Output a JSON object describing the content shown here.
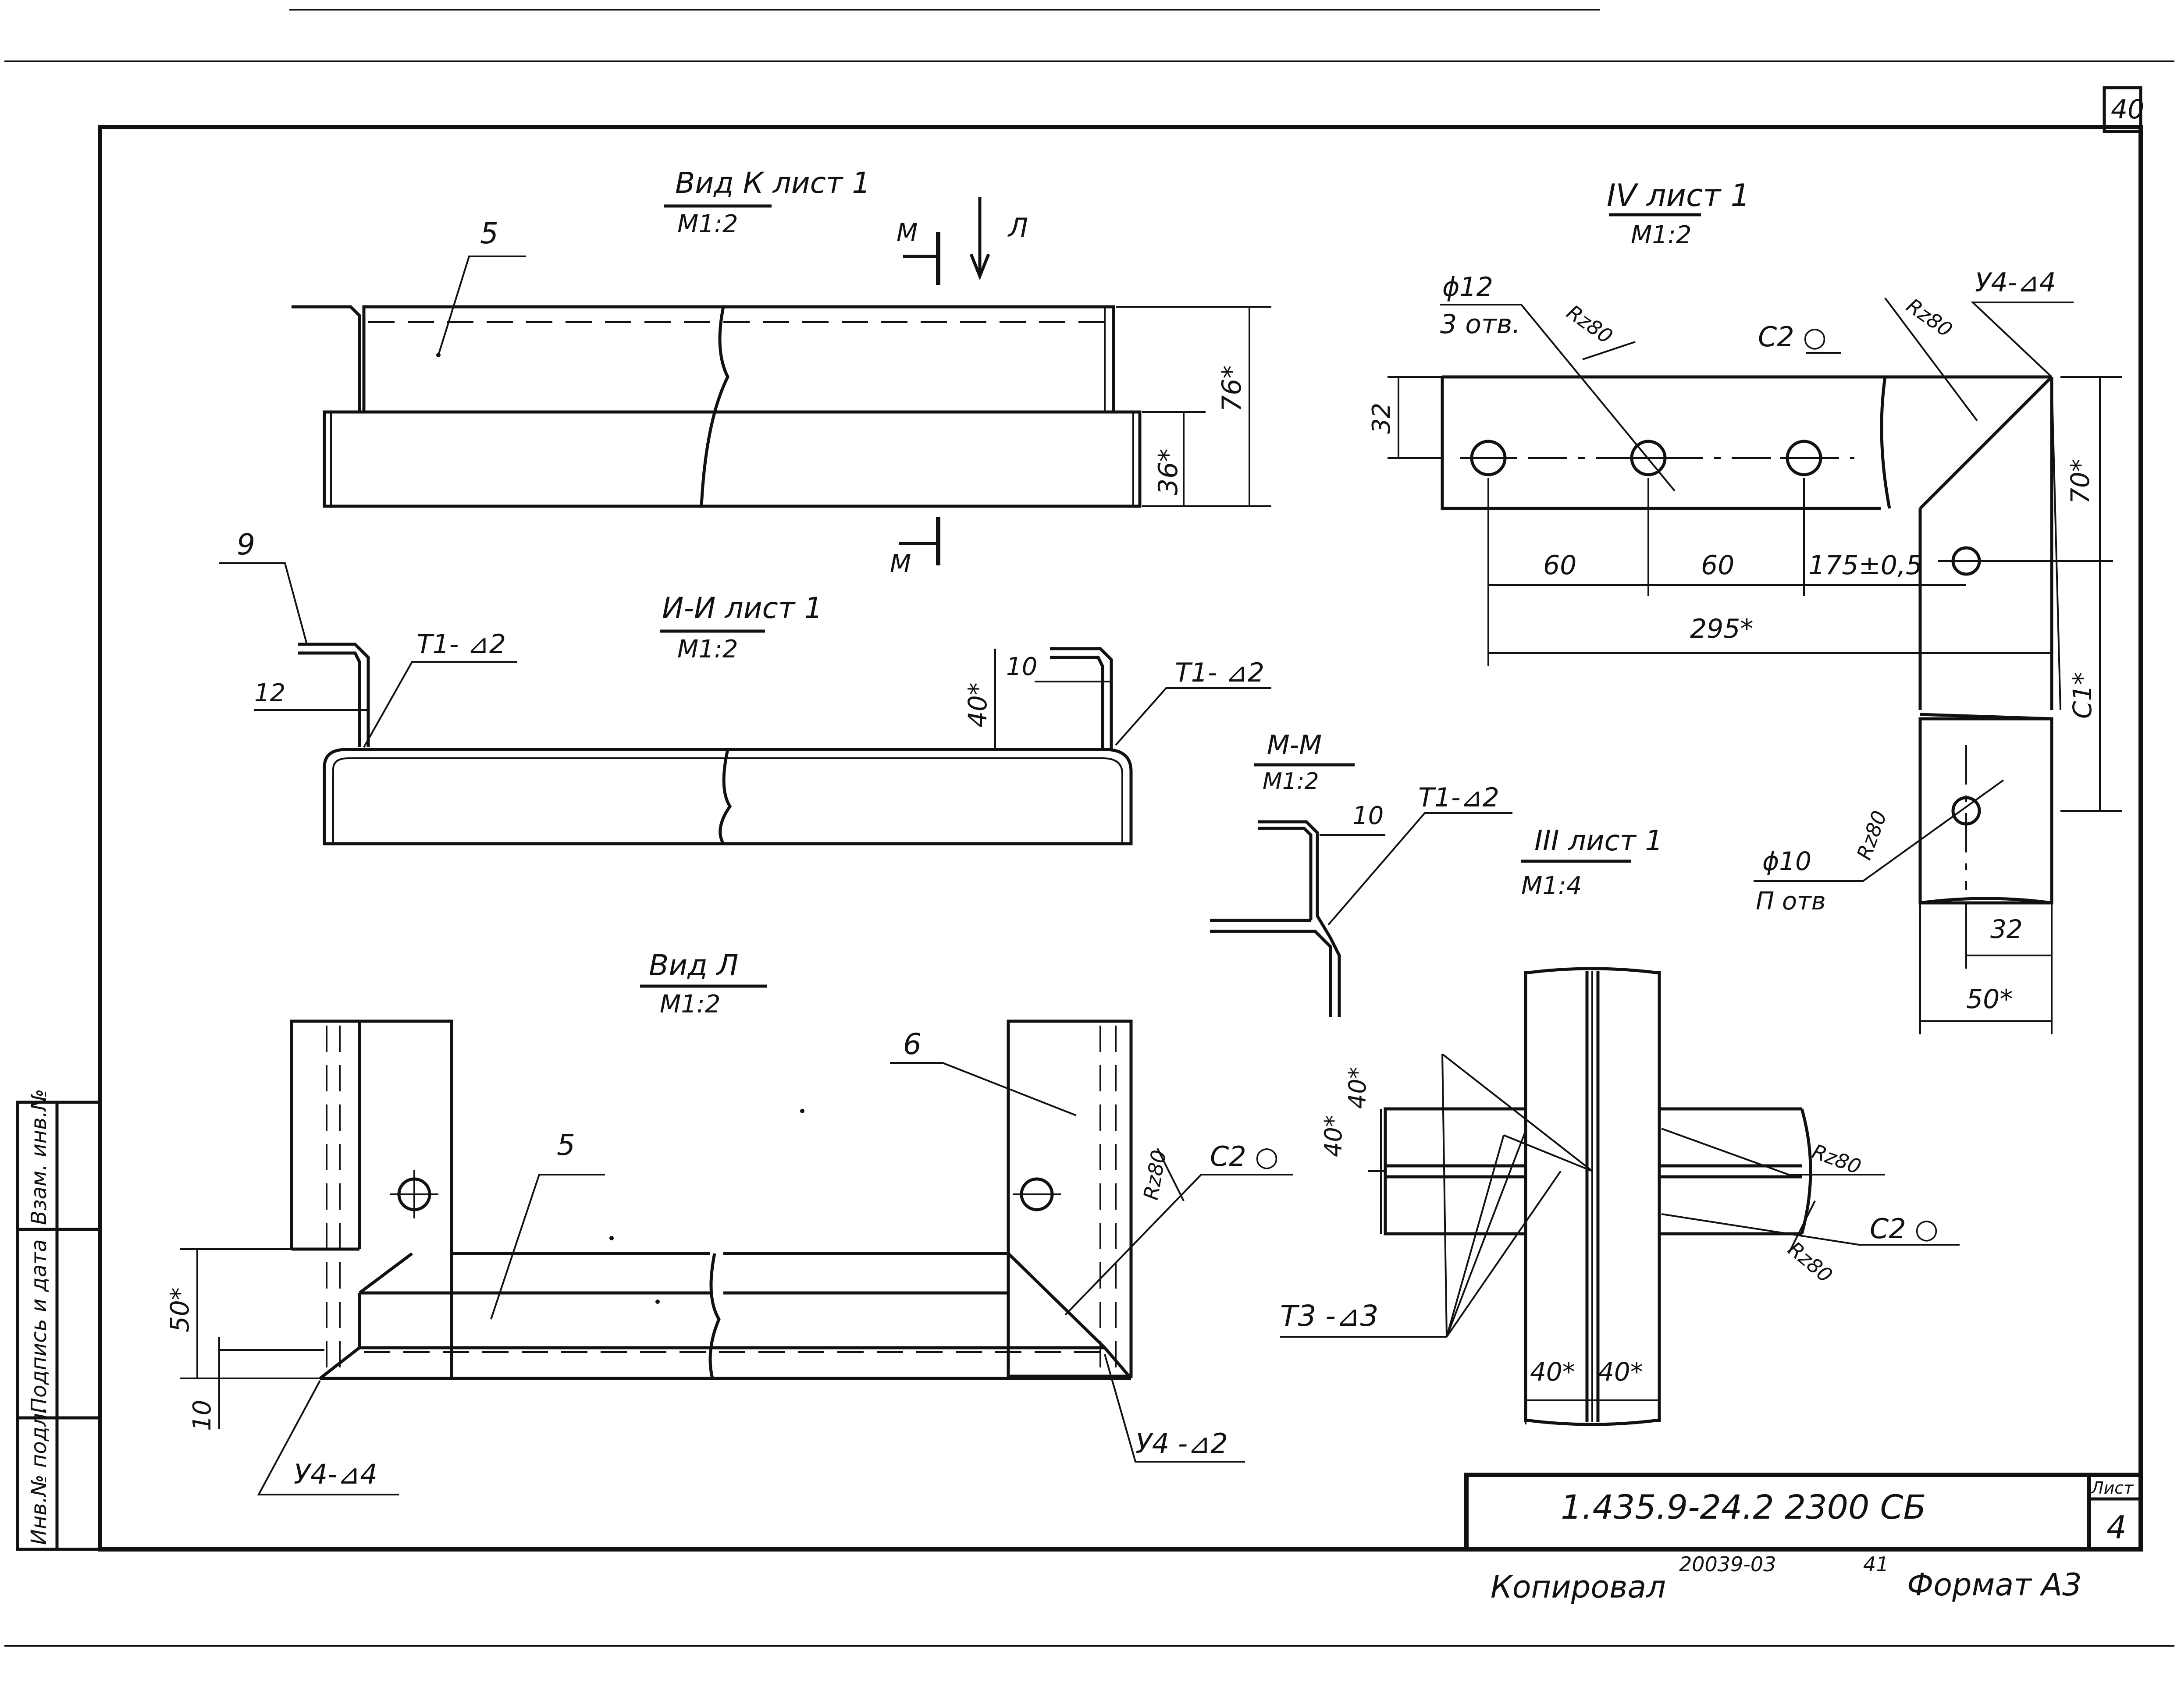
{
  "sheet": {
    "page_no": "40",
    "doc_code": "1.435.9-24.2  2300 СБ",
    "sheet_label": "Лист",
    "sheet_no": "4",
    "copied": "Копировал",
    "copy_no": "20039-03",
    "copy_no2": "41",
    "format": "Формат А3",
    "side_cells": [
      "Инв.№ подл.",
      "Подпись и дата",
      "Взам. инв.№"
    ]
  },
  "views": {
    "vid_k": {
      "title": "Вид К лист 1",
      "scale": "М1:2",
      "leader": "5",
      "cut": "М",
      "arrow": "Л",
      "dim_total": "76*",
      "dim_low": "36*"
    },
    "ii": {
      "title": "И-И лист 1",
      "scale": "М1:2",
      "leader": "9",
      "weld_l": "Т1- ⊿2",
      "weld_r": "Т1- ⊿2",
      "dim_12": "12",
      "dim_10": "10",
      "dim_40": "40*"
    },
    "mm": {
      "title": "М-М",
      "scale": "М1:2",
      "dim_10": "10",
      "weld": "Т1-⊿2"
    },
    "iii": {
      "title": "III лист 1",
      "scale": "М1:4"
    },
    "iv": {
      "title": "IV лист 1",
      "scale": "М1:2",
      "hole12": "ϕ12",
      "hole12_n": "3 отв.",
      "rz1": "Rz80",
      "rz2": "Rz80",
      "c2": "С2 ○",
      "weld": "У4-⊿4",
      "dim_32": "32",
      "dim_70": "70*",
      "dim_60a": "60",
      "dim_60b": "60",
      "dim_175": "175±0,5",
      "dim_295": "295*",
      "dim_c1": "С1*",
      "hole10": "ϕ10",
      "hole10_n": "П отв",
      "rz3": "Rz80",
      "dim_32b": "32",
      "dim_50": "50*"
    },
    "vid_l": {
      "title": "Вид Л",
      "scale": "М1:2",
      "leader6": "6",
      "leader5": "5",
      "rz": "Rz80",
      "c2": "С2 ○",
      "dim_50": "50*",
      "dim_10": "10",
      "weld_l": "У4-⊿4",
      "weld_r": "У4 -⊿2"
    },
    "cross": {
      "weld": "Т3 -⊿3",
      "rz1": "Rz80",
      "rz2": "Rz80",
      "c2": "С2 ○",
      "dim_40a": "40*",
      "dim_40b": "40*",
      "dim_40c": "40*",
      "dim_40d": "40*"
    }
  }
}
